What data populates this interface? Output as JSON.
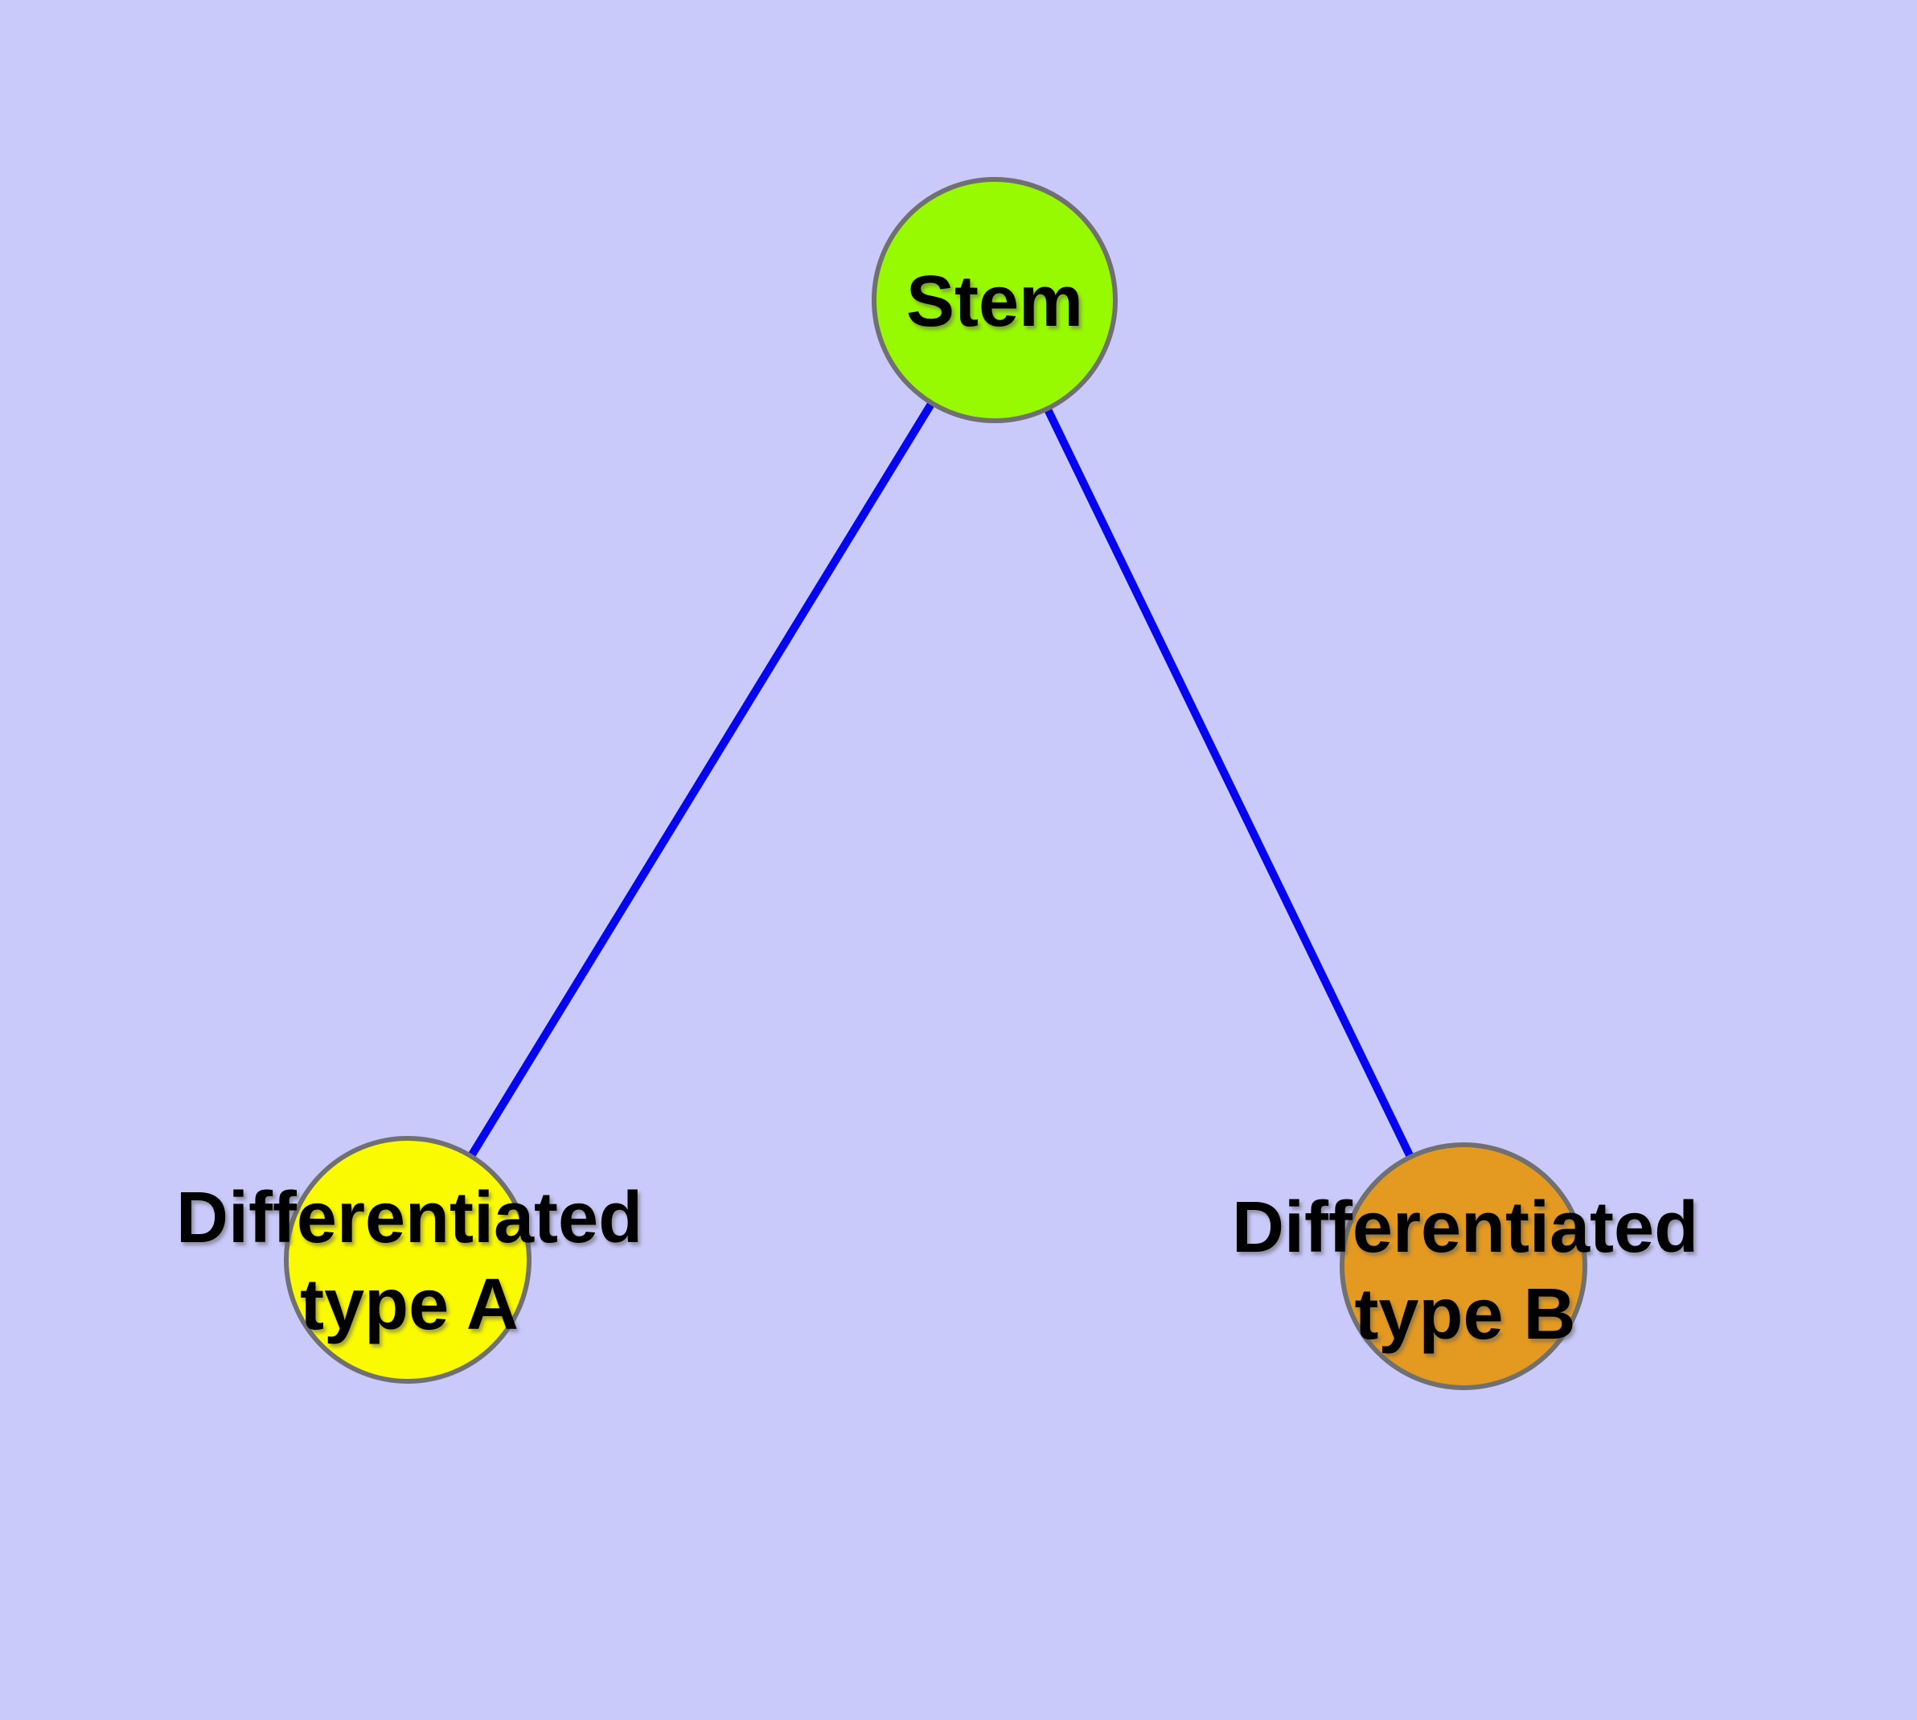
{
  "graph": {
    "canvas": {
      "background_color": "#C9C9FA",
      "edge_color": "#0505F0",
      "node_border_color": "#707070",
      "label_text_color": "#000000"
    },
    "nodes": [
      {
        "id": "stem",
        "label_lines": [
          "Stem"
        ],
        "fill": "#98FA00"
      },
      {
        "id": "differentiated-type-a",
        "label_lines": [
          "Differentiated",
          "type A"
        ],
        "fill": "#FAFA00"
      },
      {
        "id": "differentiated-type-b",
        "label_lines": [
          "Differentiated",
          "type B"
        ],
        "fill": "#E49A20"
      }
    ],
    "edges": [
      {
        "from": "stem",
        "to": "differentiated-type-a"
      },
      {
        "from": "stem",
        "to": "differentiated-type-b"
      }
    ]
  }
}
